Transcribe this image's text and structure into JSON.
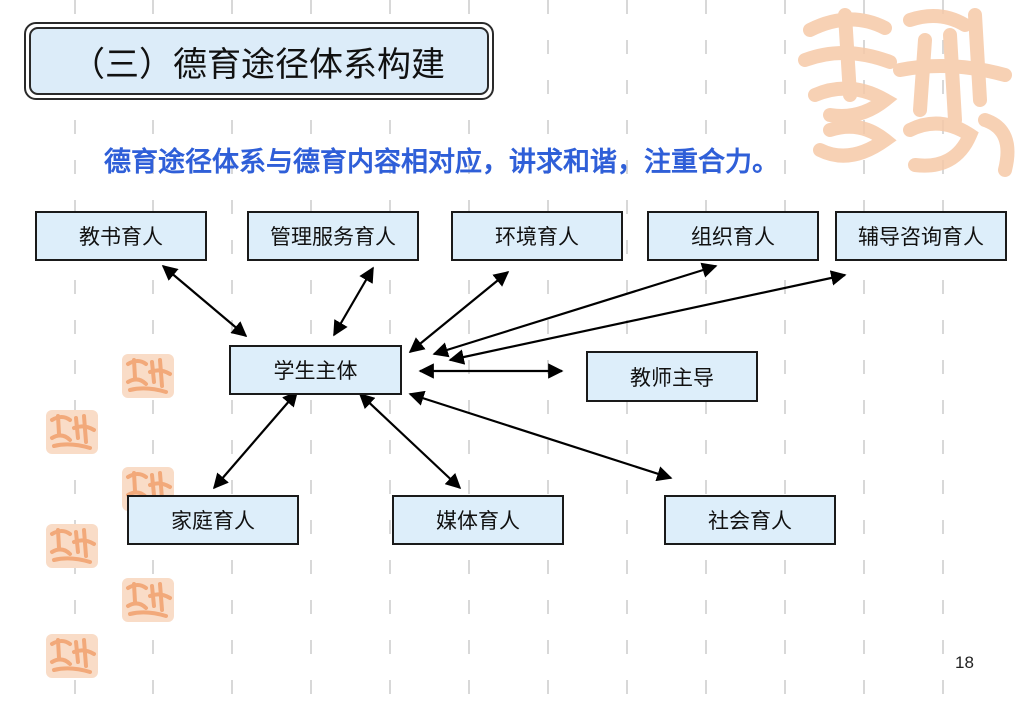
{
  "title": "（三）德育途径体系构建",
  "subtitle": "德育途径体系与德育内容相对应，讲求和谐，注重合力。",
  "nodes": {
    "teaching": "教书育人",
    "management": "管理服务育人",
    "environment": "环境育人",
    "organization": "组织育人",
    "counseling": "辅导咨询育人",
    "student": "学生主体",
    "teacher": "教师主导",
    "family": "家庭育人",
    "media": "媒体育人",
    "society": "社会育人"
  },
  "page_number": "18",
  "colors": {
    "node_fill": "#ddeefa",
    "title_fill": "#dcecf9",
    "subtitle": "#2f5fd8",
    "decoration": "#f6c9a8"
  },
  "decoration_icon": "auspicious-seal-logo"
}
